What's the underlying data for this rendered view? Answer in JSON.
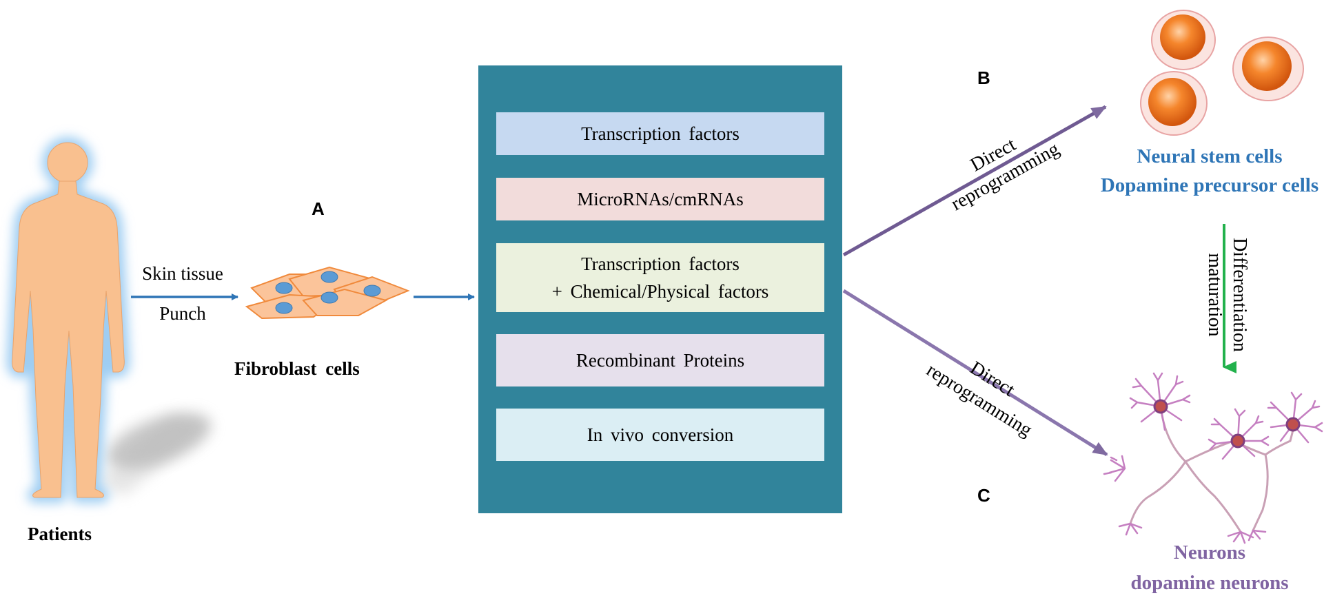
{
  "labels": {
    "patients": "Patients",
    "skin_tissue": "Skin tissue",
    "punch": "Punch",
    "fibroblast": "Fibroblast  cells",
    "letter_a": "A",
    "letter_b": "B",
    "letter_c": "C"
  },
  "methods": [
    {
      "line1": "Transcription  factors",
      "line2": "",
      "color": "#c6d9f1"
    },
    {
      "line1": "MicroRNAs/cmRNAs",
      "line2": "",
      "color": "#f2dcdb"
    },
    {
      "line1": "Transcription  factors",
      "line2": "+ Chemical/Physical  factors",
      "color": "#ebf1de"
    },
    {
      "line1": "Recombinant  Proteins",
      "line2": "",
      "color": "#e6e0ec"
    },
    {
      "line1": "In vivo  conversion",
      "line2": "",
      "color": "#dbeef4"
    }
  ],
  "branch_b": {
    "line1": "Direct",
    "line2": "reprogramming",
    "target_line1": "Neural stem cells",
    "target_line2": "Dopamine precursor cells"
  },
  "branch_c": {
    "line1": "Direct",
    "line2": "reprogramming",
    "target_line1": "Neurons",
    "target_line2": "dopamine neurons"
  },
  "differentiation": {
    "line1": "Differentiation",
    "line2": "maturation"
  },
  "colors": {
    "panel": "#31849b",
    "blue_arrow": "#2e75b6",
    "purple_arrow": "#7f6aa0",
    "green_arrow": "#22b14c",
    "neural_text": "#2e75b6",
    "neuron_text": "#8064a2",
    "body": "#f9c08f",
    "cell": "#fbc49a",
    "nucleus": "#5b9bd5"
  }
}
